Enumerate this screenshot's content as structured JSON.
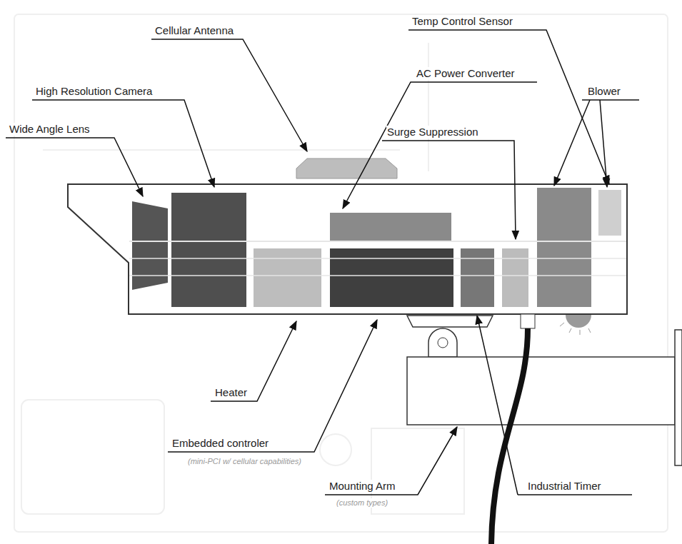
{
  "diagram": {
    "labels": [
      "Cellular Antenna",
      "High Resolution Camera",
      "Wide Angle Lens",
      "AC Power Converter",
      "Temp Control Sensor",
      "Blower",
      "Surge Suppression",
      "Heater",
      "Embedded controler",
      "(mini-PCI w/ cellular capabilities)",
      "Mounting Arm",
      "(custom types)",
      "Industrial Timer"
    ]
  }
}
